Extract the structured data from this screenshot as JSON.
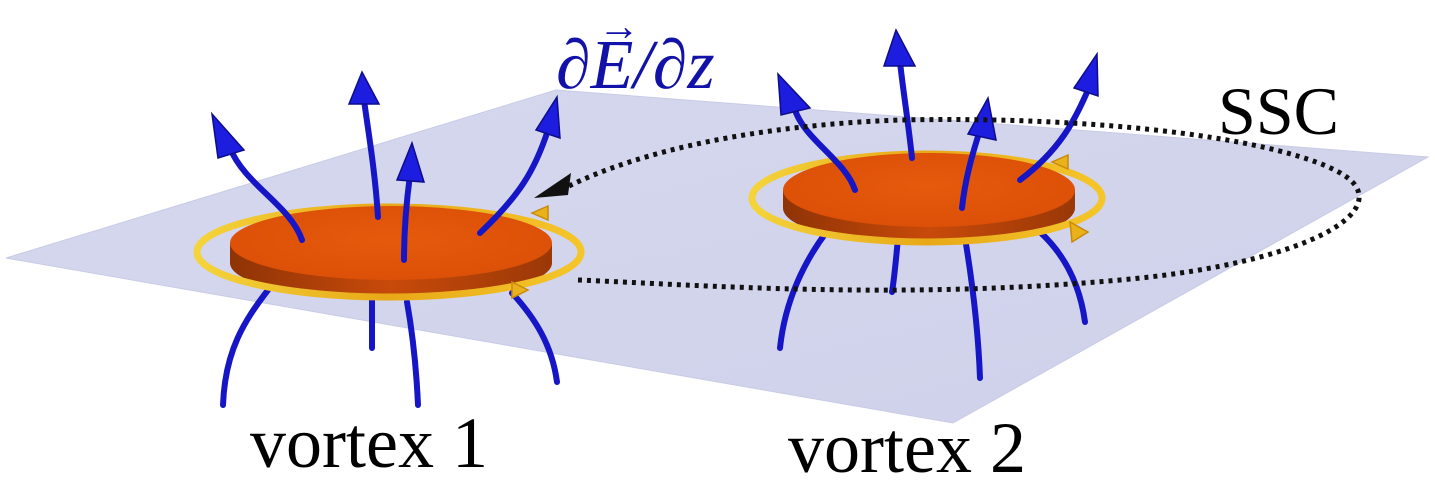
{
  "labels": {
    "material": "SSC",
    "field_gradient": "∂E/∂z",
    "field_vector_arrow": "→",
    "vortex_1": "vortex 1",
    "vortex_2": "vortex 2"
  },
  "colors": {
    "plane": "#d2d4ec",
    "plane_edge": "#c6c9e6",
    "disk_top": "#e05309",
    "disk_side": "#b9430a",
    "ring": "#f2c21a",
    "ring_dark": "#d28a10",
    "field_line": "#1616c6",
    "field_line_dark": "#0d0d8a",
    "dotted_path": "#111111",
    "label_text": "#000000",
    "gradient_label_text": "#1212a8"
  },
  "icons": {
    "field_arrowhead": "cone-arrowhead-icon",
    "ring_direction": "ring-direction-arrow-icon",
    "path_arrowhead": "dotted-path-arrowhead-icon"
  }
}
